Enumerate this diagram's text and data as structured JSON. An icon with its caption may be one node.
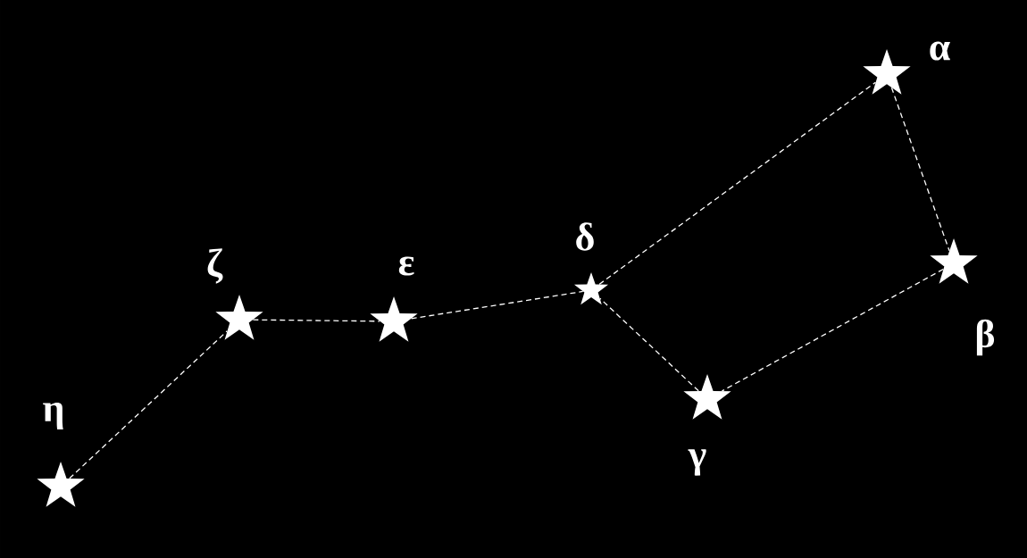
{
  "diagram": {
    "nodes": [
      {
        "text": [
          "α"
        ]
      },
      {
        "text": [
          "β"
        ]
      },
      {
        "text": [
          "γ"
        ]
      },
      {
        "text": [
          "δ"
        ]
      },
      {
        "text": [
          "ε"
        ]
      },
      {
        "text": [
          "ζ"
        ]
      },
      {
        "text": [
          "η"
        ]
      }
    ],
    "edges": [
      {
        "from": 6,
        "to": 5,
        "arrow": "none",
        "style": "dashed"
      },
      {
        "from": 5,
        "to": 4,
        "arrow": "none",
        "style": "dashed"
      },
      {
        "from": 4,
        "to": 3,
        "arrow": "none",
        "style": "dashed"
      },
      {
        "from": 3,
        "to": 0,
        "arrow": "none",
        "style": "dashed"
      },
      {
        "from": 0,
        "to": 1,
        "arrow": "none",
        "style": "dashed"
      },
      {
        "from": 1,
        "to": 2,
        "arrow": "none",
        "style": "dashed"
      },
      {
        "from": 2,
        "to": 3,
        "arrow": "none",
        "style": "dashed"
      }
    ]
  }
}
